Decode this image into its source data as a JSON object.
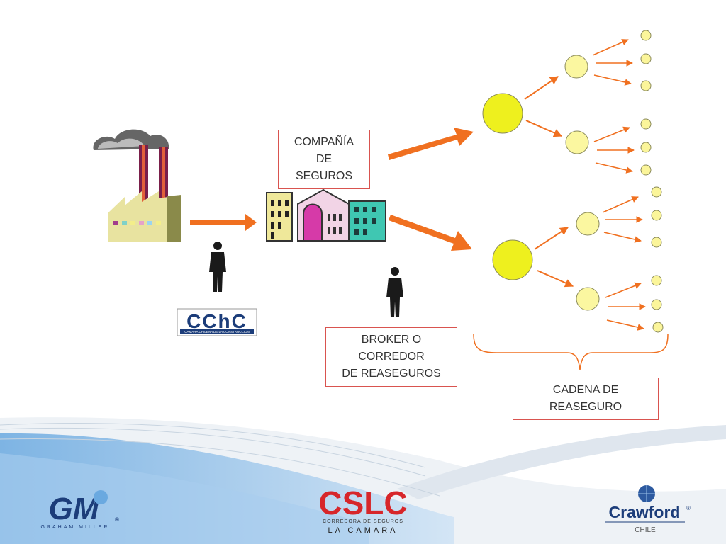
{
  "labels": {
    "compania": [
      "COMPAÑÍA",
      "DE",
      "SEGUROS"
    ],
    "broker": [
      "BROKER O",
      "CORREDOR",
      "DE REASEGUROS"
    ],
    "cadena": [
      "CADENA DE",
      "REASEGURO"
    ]
  },
  "logos": {
    "cchc": {
      "mark": "CChC",
      "subtitle": "CAMARA CHILENA DE LA CONSTRUCCION"
    },
    "graham_miller": {
      "mark": "GM",
      "name": "GRAHAM MILLER",
      "reg": "®"
    },
    "cslc": {
      "mark": "CSLC",
      "line1": "CORREDORA DE SEGUROS",
      "line2": "LA CAMARA"
    },
    "crawford": {
      "name": "Crawford",
      "reg": "®",
      "country": "CHILE"
    }
  },
  "colors": {
    "arrow": "#f07020",
    "node_large": "#eef01e",
    "node_medium": "#fbf7a0",
    "node_small": "#fbf59a",
    "box_border": "#d9534f",
    "brand_red": "#d7262a",
    "brand_blue": "#1c3d7a"
  }
}
